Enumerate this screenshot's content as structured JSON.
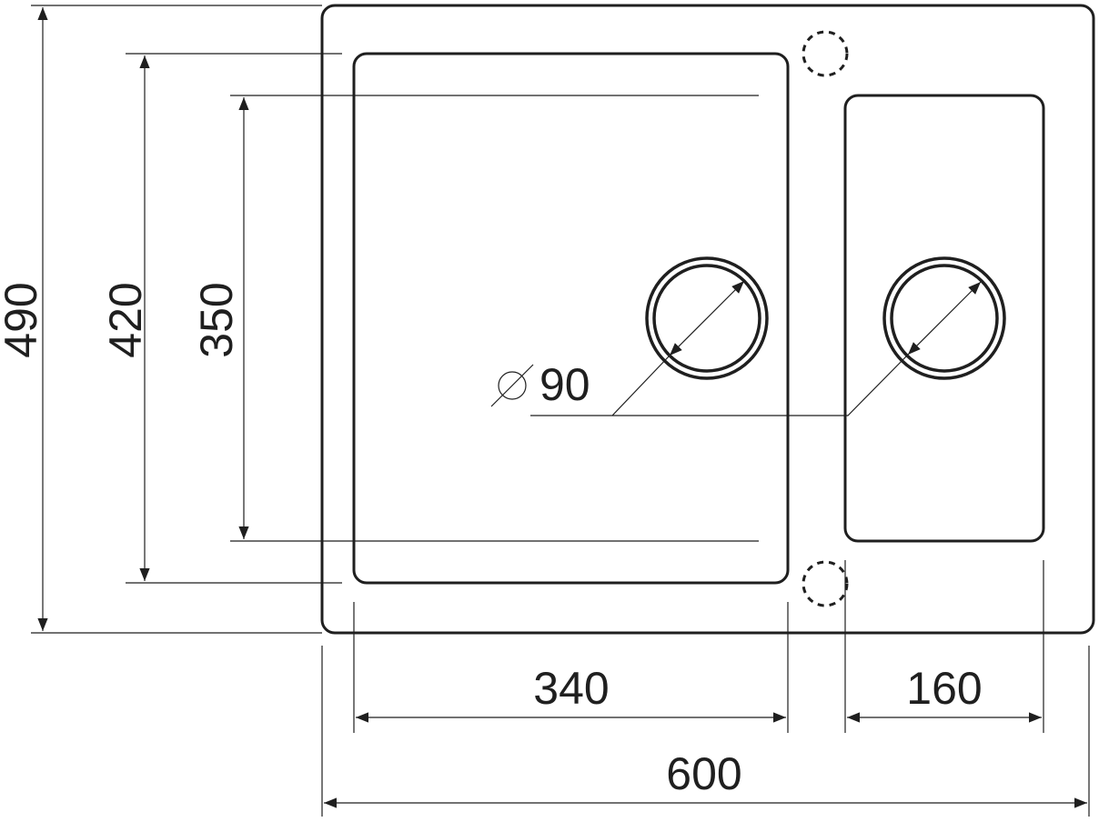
{
  "dimensions": {
    "overall_depth": "490",
    "bowl_depth_outer": "420",
    "bowl_depth_inner": "350",
    "drain_diameter_symbol": "∅",
    "drain_diameter": "90",
    "main_bowl_width": "340",
    "small_bowl_width": "160",
    "overall_width": "600"
  },
  "colors": {
    "line": "#1f1f1f",
    "background": "#ffffff"
  }
}
